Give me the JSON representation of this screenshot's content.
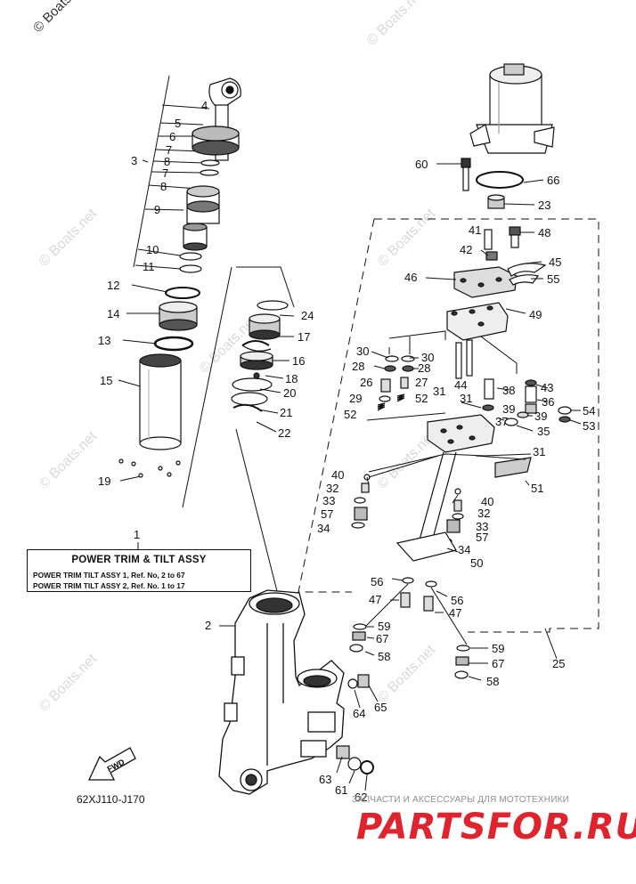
{
  "copyright": "© Boats.n",
  "watermarks": [
    "© Boats.net",
    "© Boats.net",
    "© Boats.net",
    "© Boats.net",
    "© Boats.net",
    "© Boats.net",
    "© Boats.net",
    "© Boats.net"
  ],
  "assembly_box": {
    "ref": "1",
    "title": "POWER TRIM & TILT ASSY",
    "row1": "POWER TRIM TILT ASSY 1,  Ref. No, 2 to 67",
    "row2": "POWER TRIM TILT ASSY 2,  Ref. No. 1 to 17"
  },
  "fwd_label": "FWD",
  "diagram_code": "62XJ110-J170",
  "promo_text": "ЗАПЧАСТИ И АКСЕССУАРЫ ДЛЯ МОТОТЕХНИКИ",
  "brand": "PARTSFOR.RU",
  "labels": [
    "4",
    "5",
    "6",
    "7",
    "8",
    "3",
    "7",
    "8",
    "9",
    "10",
    "11",
    "12",
    "14",
    "13",
    "15",
    "19",
    "24",
    "17",
    "16",
    "18",
    "20",
    "21",
    "22",
    "2",
    "60",
    "66",
    "23",
    "41",
    "48",
    "42",
    "45",
    "46",
    "55",
    "49",
    "30",
    "30",
    "28",
    "28",
    "26",
    "27",
    "44",
    "38",
    "43",
    "29",
    "31",
    "31",
    "52",
    "36",
    "54",
    "52",
    "39",
    "39",
    "37",
    "53",
    "35",
    "31",
    "40",
    "51",
    "32",
    "33",
    "40",
    "57",
    "32",
    "34",
    "33",
    "57",
    "34",
    "50",
    "56",
    "56",
    "47",
    "47",
    "59",
    "67",
    "58",
    "59",
    "67",
    "25",
    "58",
    "64",
    "65",
    "63",
    "61",
    "62"
  ]
}
